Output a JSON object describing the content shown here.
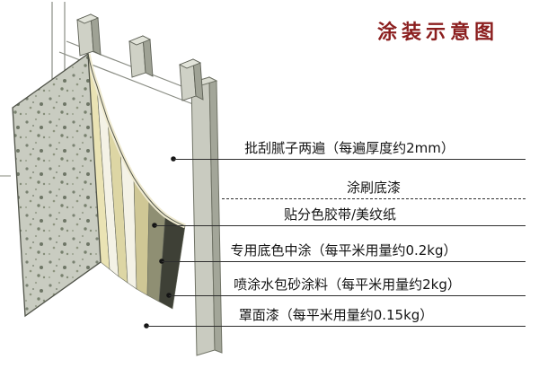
{
  "title": "涂装示意图",
  "callouts": [
    {
      "text": "批刮腻子两遍（每遍厚度约2mm）"
    },
    {
      "text": "涂刷底漆"
    },
    {
      "text": "贴分色胶带/美纹纸"
    },
    {
      "text": "专用底色中涂（每平米用量约0.2kg）"
    },
    {
      "text": "喷涂水包砂涂料（每平米用量约2kg）"
    },
    {
      "text": "罩面漆（每平米用量约0.15kg）"
    }
  ],
  "colors": {
    "title_text": "#8b1e1e",
    "leader_line": "#2e2e2e",
    "concrete": "#c9ccc1",
    "putty_layer": "#eae3b4",
    "primer_layer": "#f4f2e6",
    "mid_coat_layer": "#cfc795",
    "texture_coat_layer": "#8f8f73",
    "top_coat_layer": "#3e4036"
  }
}
